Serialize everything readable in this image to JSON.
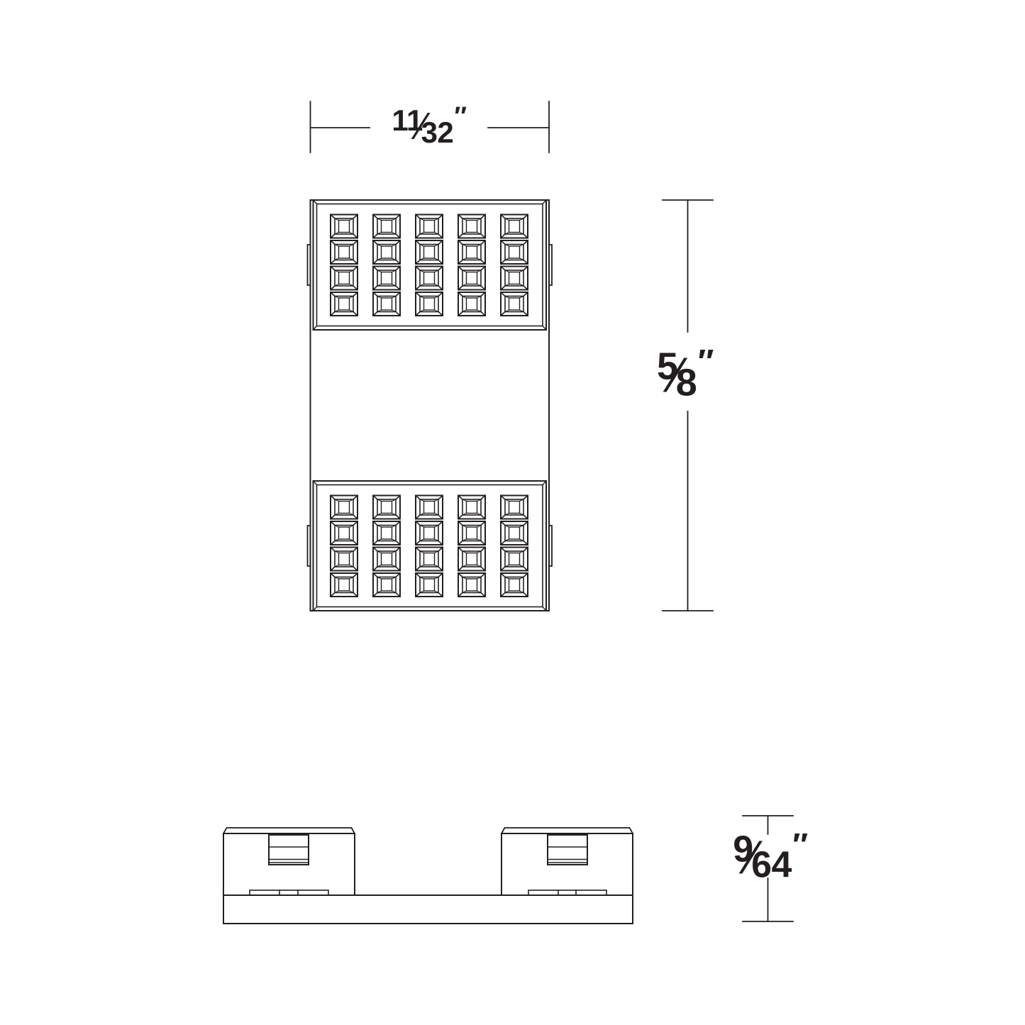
{
  "colors": {
    "line": "#231f20",
    "bg": "#ffffff"
  },
  "drawing": {
    "title": "dimensioned line drawing, top view and front view of LED module",
    "top_view": {
      "led_panels": 2,
      "cells_per_panel_columns": 5,
      "cells_per_panel_rows": 4
    }
  },
  "dimensions": {
    "width": {
      "numerator": "11",
      "slash": "⁄",
      "denominator": "32",
      "unit": "″"
    },
    "height": {
      "numerator": "5",
      "slash": "⁄",
      "denominator": "8",
      "unit": "″"
    },
    "depth": {
      "numerator": "9",
      "slash": "⁄",
      "denominator": "64",
      "unit": "″"
    }
  }
}
